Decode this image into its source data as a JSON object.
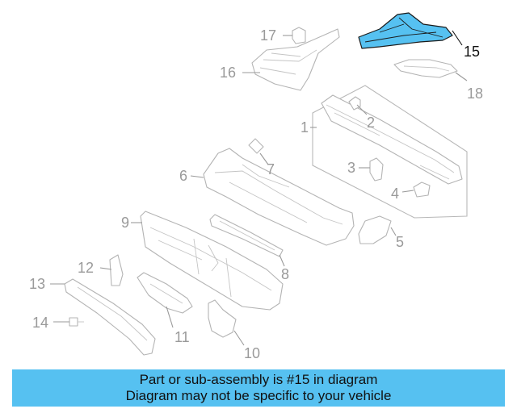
{
  "highlight_color": "#56c1f1",
  "banner": {
    "line1": "Part or sub-assembly is #15 in diagram",
    "line2": "Diagram may not be specific to your vehicle"
  },
  "callouts": {
    "c1": "1",
    "c2": "2",
    "c3": "3",
    "c4": "4",
    "c5": "5",
    "c6": "6",
    "c7": "7",
    "c8": "8",
    "c9": "9",
    "c10": "10",
    "c11": "11",
    "c12": "12",
    "c13": "13",
    "c14": "14",
    "c15": "15",
    "c16": "16",
    "c17": "17",
    "c18": "18"
  }
}
